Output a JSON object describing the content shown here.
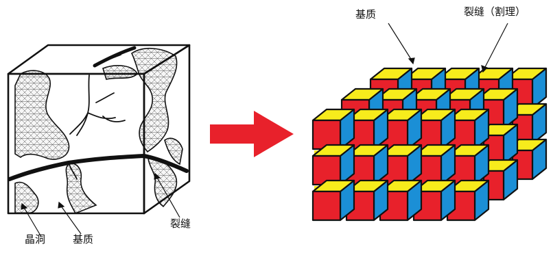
{
  "left_diagram": {
    "labels": {
      "vug": "晶洞",
      "matrix": "基质",
      "fracture": "裂缝"
    }
  },
  "right_diagram": {
    "labels": {
      "matrix": "基质",
      "fracture": "裂缝（割理）"
    },
    "grid": {
      "columns": 5,
      "rows": 3,
      "depth": 3
    }
  },
  "colors": {
    "front": "#e8212b",
    "top": "#f7ec1c",
    "side": "#1b8fd6",
    "arrow": "#e8212b",
    "outline": "#111111",
    "mesh_fill": "#f4f4f4"
  }
}
